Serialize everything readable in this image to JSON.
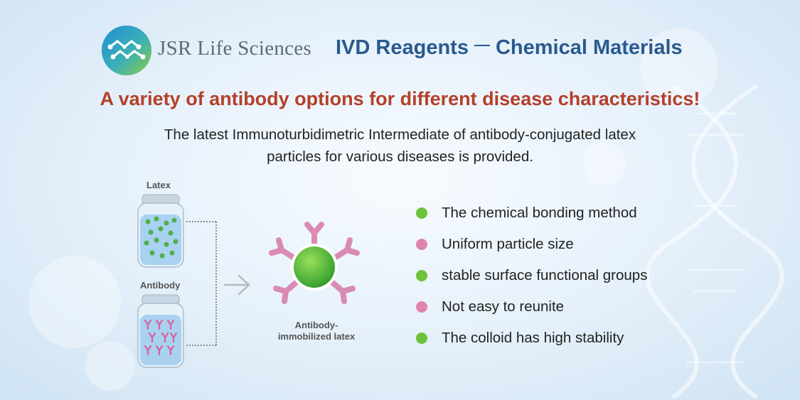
{
  "header": {
    "brand": "JSR Life Sciences",
    "title_left": "IVD Reagents",
    "title_right": "Chemical Materials"
  },
  "headline": "A variety of antibody options for different disease characteristics!",
  "subtitle": {
    "line1": "The latest Immunoturbidimetric Intermediate of antibody-conjugated latex",
    "line2": "particles for various diseases is provided."
  },
  "diagram": {
    "latex_label": "Latex",
    "antibody_label": "Antibody",
    "result_label_line1": "Antibody-",
    "result_label_line2": "immobilized latex"
  },
  "features": [
    {
      "text": "The chemical bonding method",
      "color": "#6cc23a"
    },
    {
      "text": "Uniform particle size",
      "color": "#e084ad"
    },
    {
      "text": "stable surface functional groups",
      "color": "#6cc23a"
    },
    {
      "text": "Not easy to reunite",
      "color": "#e084ad"
    },
    {
      "text": "The colloid has high stability",
      "color": "#6cc23a"
    }
  ],
  "colors": {
    "headline": "#b4402a",
    "title": "#2a5a8e",
    "green": "#6cc23a",
    "pink": "#e084ad"
  },
  "icons": [
    "logo-mark-icon",
    "arrow-right-icon",
    "dna-helix-icon"
  ]
}
